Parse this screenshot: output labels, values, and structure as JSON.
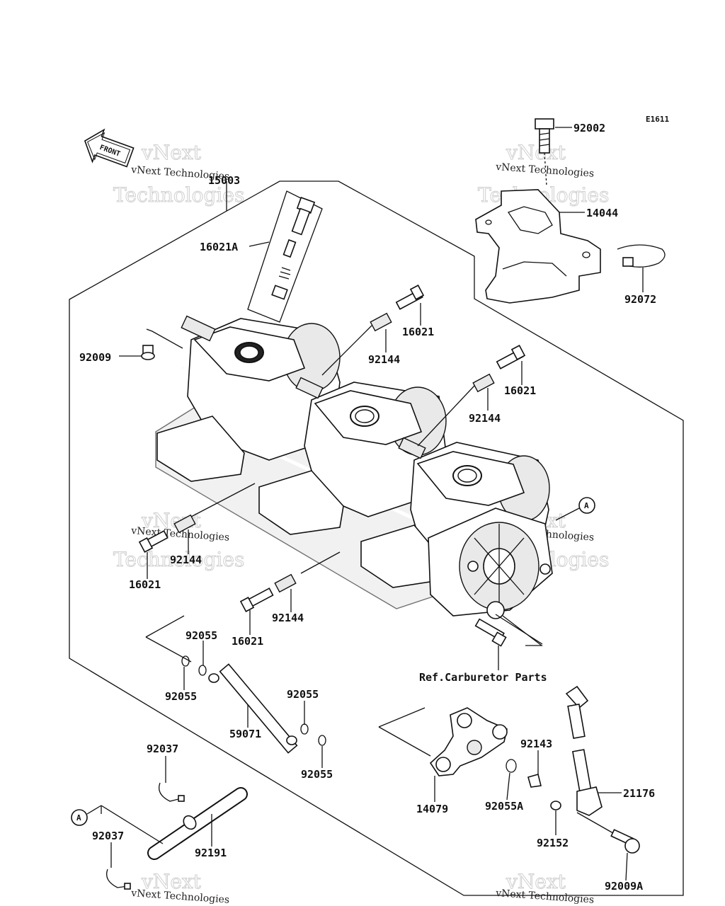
{
  "diagram_code": "E1611",
  "front_label": "FRONT",
  "callout_marker": "A",
  "reference_note": "Ref.Carburetor Parts",
  "watermark": {
    "line1": "vNext",
    "line2": "Technologies",
    "text": "vNext Technologies"
  },
  "parts": {
    "p15003": "15003",
    "p16021A": "16021A",
    "p92009": "92009",
    "p16021_a": "16021",
    "p92144_a": "92144",
    "p16021_b": "16021",
    "p92144_b": "92144",
    "p92144_c": "92144",
    "p16021_c": "16021",
    "p16021_d": "16021",
    "p92144_d": "92144",
    "p92002": "92002",
    "p14044": "14044",
    "p92072": "92072",
    "p92055_a": "92055",
    "p92055_b": "92055",
    "p59071": "59071",
    "p92055_c": "92055",
    "p92055_d": "92055",
    "p92037_a": "92037",
    "p92037_b": "92037",
    "p92191": "92191",
    "p14079": "14079",
    "p92055A": "92055A",
    "p92143": "92143",
    "p21176": "21176",
    "p92152": "92152",
    "p92009A": "92009A"
  }
}
